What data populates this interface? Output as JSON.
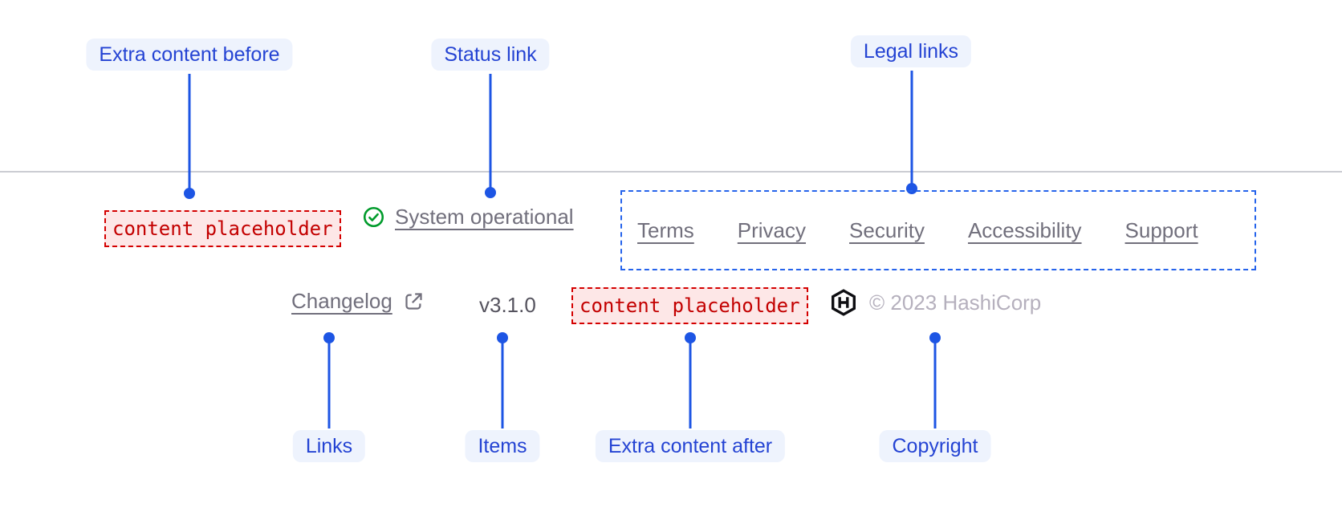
{
  "annotations": {
    "extra_content_before": "Extra content before",
    "status_link": "Status link",
    "legal_links": "Legal links",
    "links": "Links",
    "items": "Items",
    "extra_content_after": "Extra content after",
    "copyright": "Copyright"
  },
  "footer": {
    "extra_content_before_placeholder": "content placeholder",
    "status": {
      "label": "System operational",
      "icon": "check-circle-icon"
    },
    "legal_links": [
      "Terms",
      "Privacy",
      "Security",
      "Accessibility",
      "Support"
    ],
    "links": [
      {
        "label": "Changelog",
        "icon": "external-link-icon"
      }
    ],
    "items": [
      "v3.1.0"
    ],
    "extra_content_after_placeholder": "content placeholder",
    "copyright": {
      "text": "© 2023 HashiCorp",
      "logo": "hashicorp-logo-icon"
    }
  },
  "colors": {
    "annotation_text": "#2443d3",
    "annotation_bg": "#eef3fd",
    "connector_blue": "#1d55e4",
    "legal_box_border": "#2563eb",
    "placeholder_text": "#c30000",
    "placeholder_bg": "#fde7e7",
    "placeholder_border": "#d40000",
    "link_gray": "#716f7c",
    "item_gray": "#55535e",
    "copyright_gray": "#b5b0bd",
    "status_green": "#009b2b",
    "divider_gray": "#cbccd2"
  }
}
